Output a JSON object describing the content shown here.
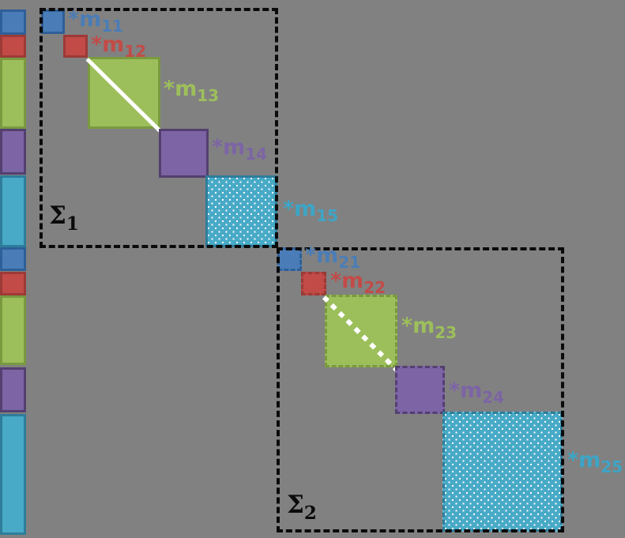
{
  "background_color": "#818181",
  "sigma_border_color": "#0a0a0a",
  "diagonal_line_color": "#ffffff",
  "palette": {
    "blue": {
      "fill": "#4a7db7",
      "border": "#2e5f98",
      "text": "#4a7db7"
    },
    "red": {
      "fill": "#c24b47",
      "border": "#9c3a37",
      "text": "#c24b47"
    },
    "green": {
      "fill": "#9dbf5b",
      "border": "#7a9a40",
      "text": "#9dbf5b"
    },
    "purple": {
      "fill": "#7c64a5",
      "border": "#53406f",
      "text": "#7c64a5"
    },
    "cyan": {
      "fill": "#48aac7",
      "border": "#2e7d9b",
      "text": "#3da5c6"
    }
  },
  "strip": {
    "segments": [
      {
        "color": "blue"
      },
      {
        "color": "red"
      },
      {
        "color": "green"
      },
      {
        "color": "purple"
      },
      {
        "color": "cyan"
      },
      {
        "color": "blue"
      },
      {
        "color": "red"
      },
      {
        "color": "green"
      },
      {
        "color": "purple"
      },
      {
        "color": "cyan"
      }
    ]
  },
  "sigma1": {
    "symbol": "Σ",
    "subscript": "1",
    "blocks": [
      {
        "id": "m11",
        "color": "blue",
        "label_prefix": "*m",
        "label_sub": "11",
        "border": "solid",
        "pattern": "plain"
      },
      {
        "id": "m12",
        "color": "red",
        "label_prefix": "*m",
        "label_sub": "12",
        "border": "solid",
        "pattern": "plain"
      },
      {
        "id": "m13",
        "color": "green",
        "label_prefix": "*m",
        "label_sub": "13",
        "border": "solid",
        "pattern": "diagonal-solid-white-line"
      },
      {
        "id": "m14",
        "color": "purple",
        "label_prefix": "*m",
        "label_sub": "14",
        "border": "solid",
        "pattern": "plain"
      },
      {
        "id": "m15",
        "color": "cyan",
        "label_prefix": "*m",
        "label_sub": "15",
        "border": "solid",
        "pattern": "white-dots"
      }
    ]
  },
  "sigma2": {
    "symbol": "Σ",
    "subscript": "2",
    "blocks": [
      {
        "id": "m21",
        "color": "blue",
        "label_prefix": "*m",
        "label_sub": "21",
        "border": "dashed",
        "pattern": "plain"
      },
      {
        "id": "m22",
        "color": "red",
        "label_prefix": "*m",
        "label_sub": "22",
        "border": "dashed",
        "pattern": "plain"
      },
      {
        "id": "m23",
        "color": "green",
        "label_prefix": "*m",
        "label_sub": "23",
        "border": "dashed",
        "pattern": "diagonal-dashed-white-line"
      },
      {
        "id": "m24",
        "color": "purple",
        "label_prefix": "*m",
        "label_sub": "24",
        "border": "dashed",
        "pattern": "white-dots"
      },
      {
        "id": "m25",
        "color": "cyan",
        "label_prefix": "*m",
        "label_sub": "25",
        "border": "dashed",
        "pattern": "white-dots"
      }
    ]
  }
}
